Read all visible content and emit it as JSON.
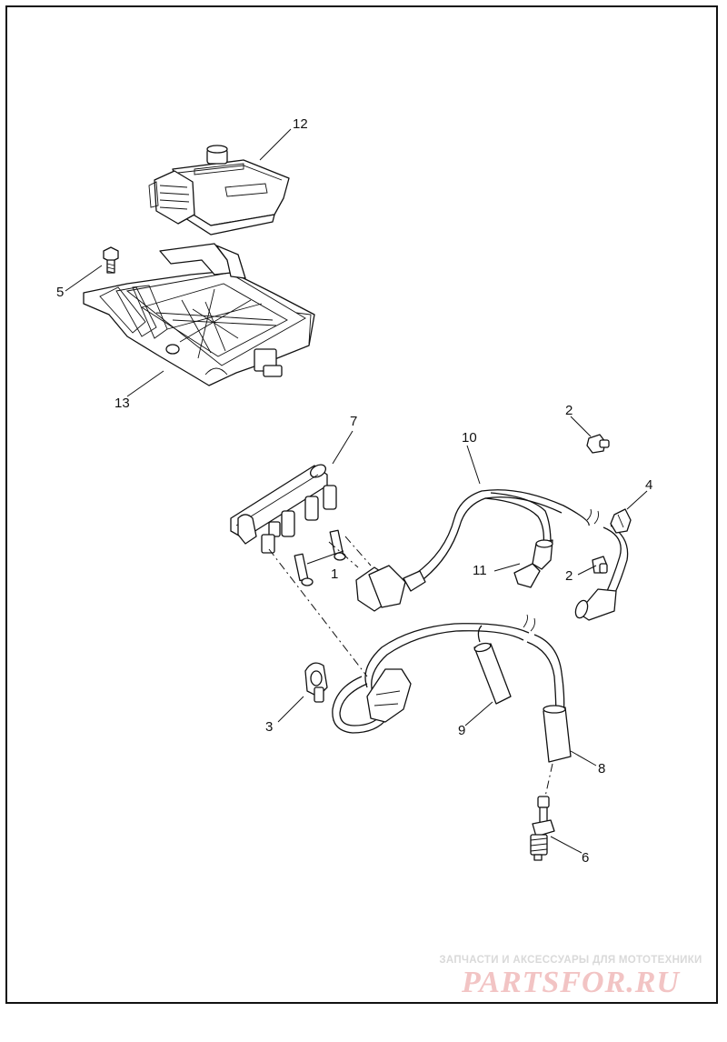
{
  "callouts": {
    "c1": "1",
    "c2a": "2",
    "c2b": "2",
    "c3": "3",
    "c4": "4",
    "c5": "5",
    "c6": "6",
    "c7": "7",
    "c8": "8",
    "c9": "9",
    "c10": "10",
    "c11": "11",
    "c12": "12",
    "c13": "13"
  },
  "watermark": {
    "tagline": "ЗАПЧАСТИ И АКСЕССУАРЫ ДЛЯ МОТОТЕХНИКИ",
    "brand": "PARTSFOR.RU"
  },
  "colors": {
    "line": "#111111",
    "watermark_brand": "#f2c4c4",
    "watermark_tag": "#d9d9d9"
  }
}
